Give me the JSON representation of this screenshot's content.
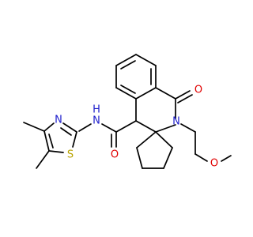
{
  "colors": {
    "bond": "#000000",
    "carbon": "#000000",
    "nitrogen": "#1f1fcc",
    "oxygen": "#e00000",
    "sulfur": "#b8a300",
    "background": "#ffffff"
  },
  "atoms": {
    "n_thiazole": "N",
    "s_thiazole": "S",
    "n_amide_h": "N",
    "h_amide": "H",
    "o_amide": "O",
    "n_ring": "N",
    "o_ketone": "O",
    "o_methoxy": "O"
  }
}
